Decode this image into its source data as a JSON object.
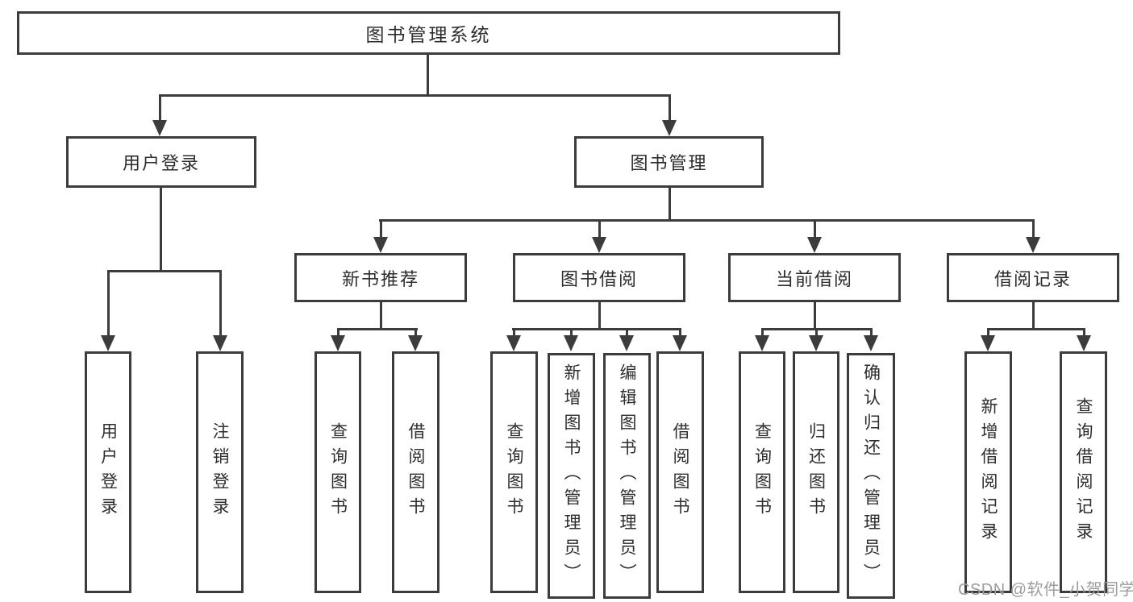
{
  "colors": {
    "line": "#3c3c3c",
    "text": "#2d2d2d",
    "watermark": "#9c9c9c",
    "bg": "#ffffff"
  },
  "diagram": {
    "root": {
      "label": "图书管理系统"
    },
    "branches": [
      {
        "label": "用户登录",
        "children": [
          {
            "label": "用户登录"
          },
          {
            "label": "注销登录"
          }
        ]
      },
      {
        "label": "图书管理",
        "children": [
          {
            "label": "新书推荐",
            "children": [
              {
                "label": "查询图书"
              },
              {
                "label": "借阅图书"
              }
            ]
          },
          {
            "label": "图书借阅",
            "children": [
              {
                "label": "查询图书"
              },
              {
                "label": "新增图书（管理员）"
              },
              {
                "label": "编辑图书（管理员）"
              },
              {
                "label": "借阅图书"
              }
            ]
          },
          {
            "label": "当前借阅",
            "children": [
              {
                "label": "查询图书"
              },
              {
                "label": "归还图书"
              },
              {
                "label": "确认归还（管理员）"
              }
            ]
          },
          {
            "label": "借阅记录",
            "children": [
              {
                "label": "新增借阅记录"
              },
              {
                "label": "查询借阅记录"
              }
            ]
          }
        ]
      }
    ]
  },
  "watermark": {
    "text": "CSDN @软件_小贺同学"
  }
}
